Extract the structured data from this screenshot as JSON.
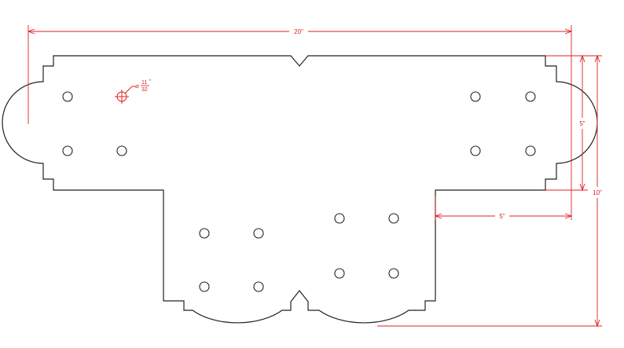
{
  "drawing": {
    "dimensions": {
      "overall_width": "20\"",
      "arm_height": "5\"",
      "overall_height": "10\"",
      "leg_offset": "5\""
    },
    "hole_callout": {
      "diameter_symbol": "⌀",
      "numerator": "11",
      "denominator": "32",
      "inch_mark": "\""
    },
    "colors": {
      "outline": "#222222",
      "dimension": "#e02020",
      "background": "#ffffff"
    }
  }
}
